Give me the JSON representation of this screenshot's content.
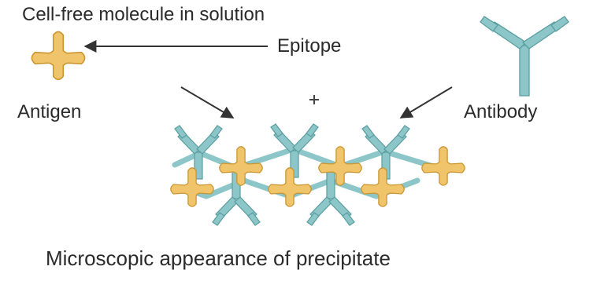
{
  "labels": {
    "title": "Cell-free molecule in solution",
    "epitope": "Epitope",
    "antigen": "Antigen",
    "antibody": "Antibody",
    "plus": "+",
    "caption": "Microscopic appearance of precipitate"
  },
  "colors": {
    "antigen_fill": "#f0c46a",
    "antigen_edge": "#c9952f",
    "antibody_fill": "#8cc6c8",
    "antibody_edge": "#5a9ea1",
    "text": "#2b2b2b",
    "arrow": "#333333"
  },
  "icons": {
    "antigen": "plus-shaped-antigen-icon",
    "antibody": "y-shaped-antibody-icon"
  }
}
